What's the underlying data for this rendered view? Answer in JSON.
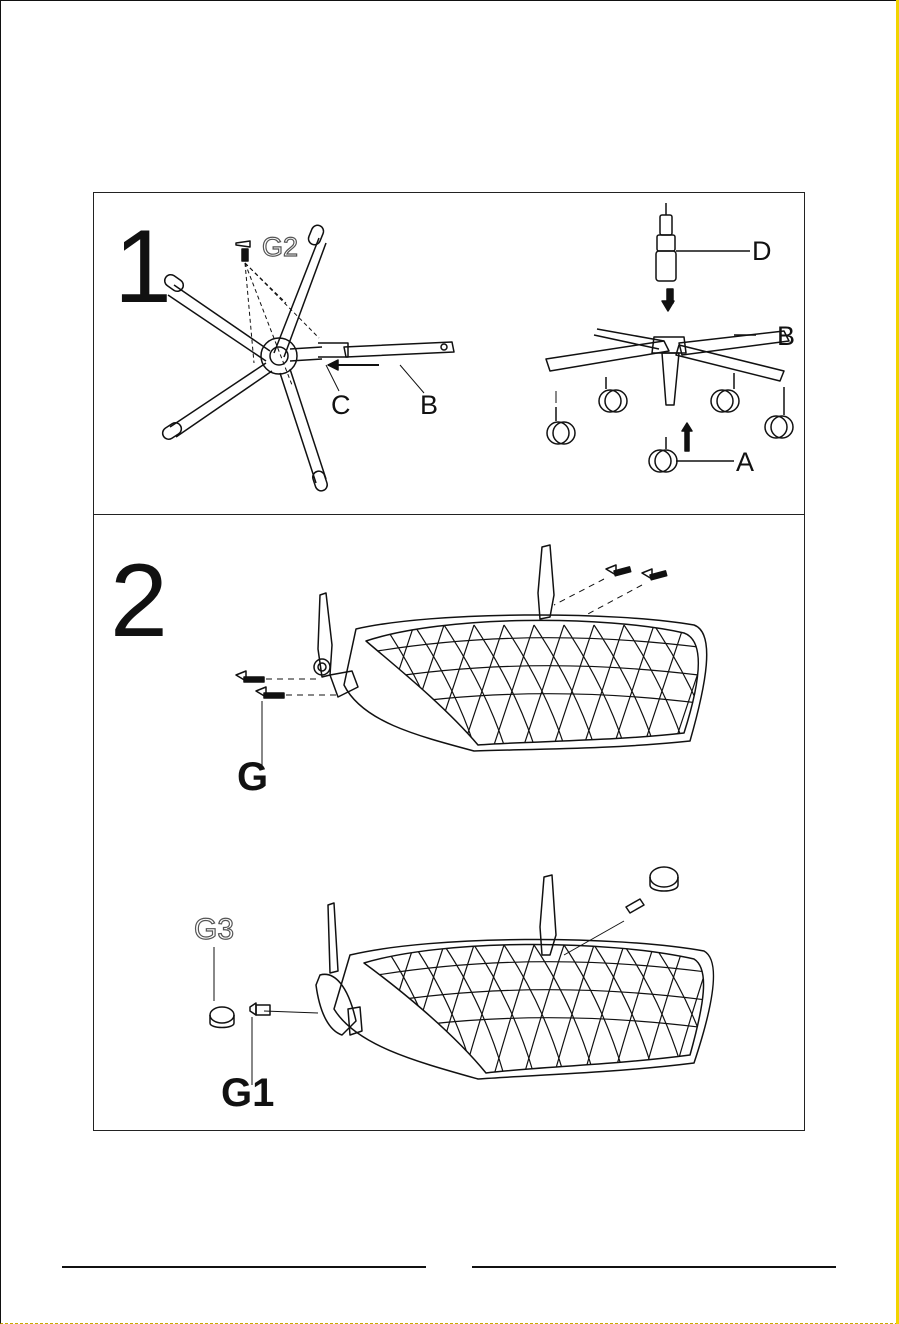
{
  "steps": [
    {
      "number": "1",
      "labels": {
        "g2": "G2",
        "c": "C",
        "b_left": "B",
        "d": "D",
        "b_right": "B",
        "a": "A"
      }
    },
    {
      "number": "2",
      "labels": {
        "g": "G",
        "g3": "G3",
        "g1": "G1"
      }
    }
  ],
  "colors": {
    "line": "#111111",
    "accent_edge": "#f2d400"
  }
}
